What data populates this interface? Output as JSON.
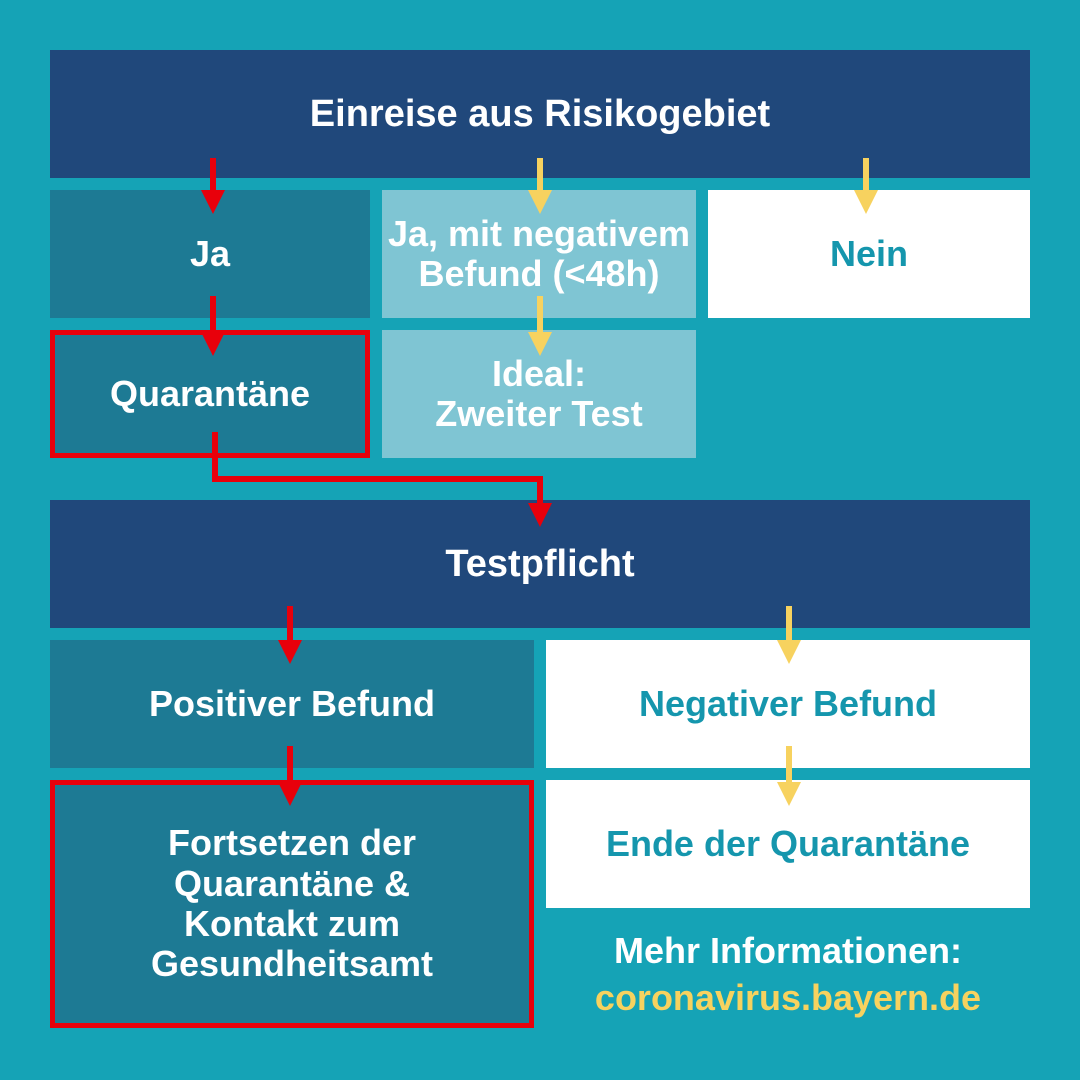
{
  "colors": {
    "background": "#15a3b6",
    "header_box": "#20487b",
    "dark_teal_box": "#1d7a94",
    "light_teal_box": "#7fc5d3",
    "white_box": "#ffffff",
    "teal_text": "#1596ad",
    "red_arrow": "#e8000b",
    "yellow_arrow": "#f7d25f"
  },
  "top": {
    "header": "Einreise aus Risikogebiet",
    "options": {
      "yes": "Ja",
      "yes_negative_line1": "Ja, mit negativem",
      "yes_negative_line2": "Befund (<48h)",
      "no": "Nein"
    },
    "quarantine": "Quarantäne",
    "ideal_line1": "Ideal:",
    "ideal_line2": "Zweiter Test"
  },
  "bottom": {
    "header": "Testpflicht",
    "positive": "Positiver Befund",
    "negative": "Negativer Befund",
    "continue_lines": [
      "Fortsetzen der",
      "Quarantäne &",
      "Kontakt zum",
      "Gesundheitsamt"
    ],
    "end": "Ende der Quarantäne"
  },
  "info": {
    "heading": "Mehr Informationen:",
    "url": "coronavirus.bayern.de"
  }
}
